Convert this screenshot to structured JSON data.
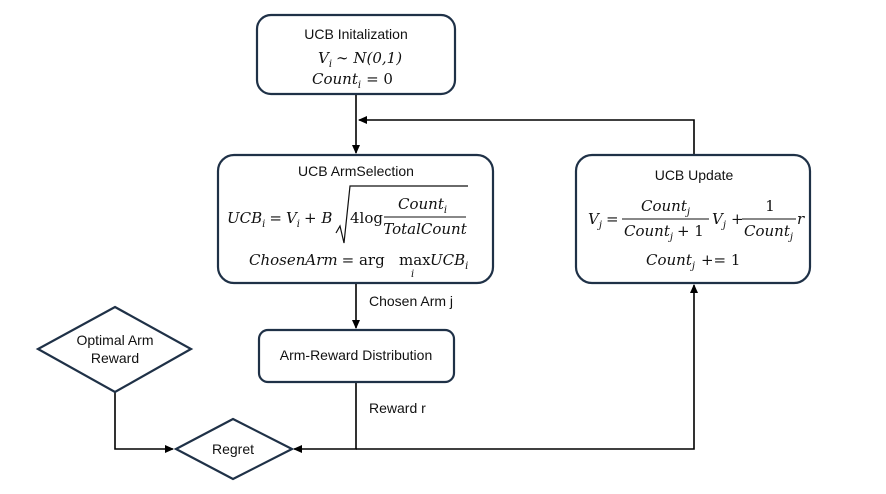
{
  "nodes": {
    "init": {
      "title": "UCB Initalization",
      "v_lhs": "V",
      "v_sub": "i",
      "v_rhs": "∼ N(0,1)",
      "count_lhs": "Count",
      "count_sub": "i",
      "count_rhs": "= 0"
    },
    "select": {
      "title": "UCB ArmSelection",
      "ucb_lhs": "UCB",
      "ucb_sub": "i",
      "eq": "=",
      "v": "V",
      "v_sub": "i",
      "plus_b": "+ B",
      "four_log": "4log",
      "num": "Count",
      "num_sub": "i",
      "den": "TotalCount",
      "chosen_lhs": "ChosenArm",
      "chosen_eq": "= arg",
      "max": "max",
      "max_sub": "i",
      "chosen_ucb": "UCB",
      "chosen_ucb_sub": "i"
    },
    "update": {
      "title": "UCB Update",
      "v_lhs": "V",
      "v_sub": "j",
      "eq": "=",
      "f1_num": "Count",
      "f1_num_sub": "j",
      "f1_den": "Count",
      "f1_den_sub": "j",
      "f1_den_tail": "+ 1",
      "vj": "V",
      "vj_sub": "j",
      "plus": "+",
      "f2_num": "1",
      "f2_den": "Count",
      "f2_den_sub": "j",
      "r": "r",
      "count_lhs": "Count",
      "count_sub": "j",
      "count_rhs": "+= 1"
    },
    "distribution": {
      "label": "Arm-Reward Distribution"
    },
    "optimal": {
      "line1": "Optimal Arm",
      "line2": "Reward"
    },
    "regret": {
      "label": "Regret"
    }
  },
  "edges": {
    "chosen_arm": "Chosen Arm j",
    "reward": "Reward r"
  }
}
